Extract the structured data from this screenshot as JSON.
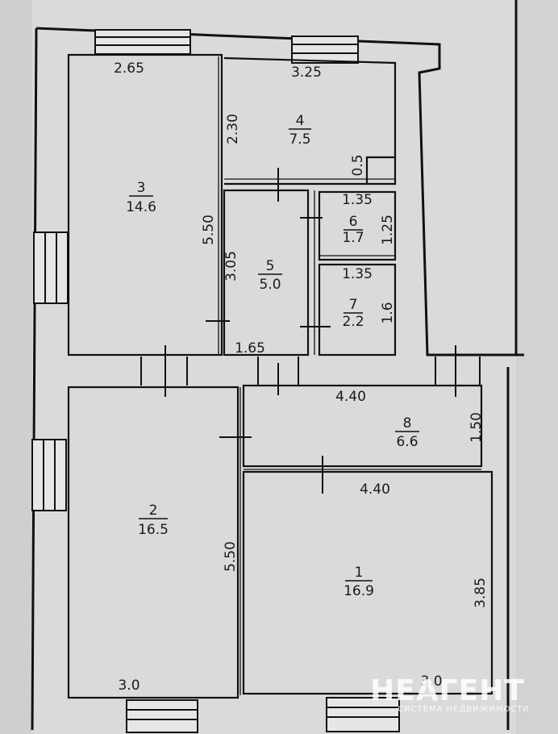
{
  "rooms": [
    {
      "number": "1",
      "area": "16.9"
    },
    {
      "number": "2",
      "area": "16.5"
    },
    {
      "number": "3",
      "area": "14.6"
    },
    {
      "number": "4",
      "area": "7.5"
    },
    {
      "number": "5",
      "area": "5.0"
    },
    {
      "number": "6",
      "area": "1.7"
    },
    {
      "number": "7",
      "area": "2.2"
    },
    {
      "number": "8",
      "area": "6.6"
    }
  ],
  "dimensions": {
    "room3_width": "2.65",
    "room4_width": "3.25",
    "room4_height": "2.30",
    "room4_step": "0.5",
    "room3_height": "5.50",
    "room5_height": "3.05",
    "room5_width": "1.65",
    "room6_width": "1.35",
    "room6_height": "1.25",
    "room7_width": "1.35",
    "room7_height": "1.6",
    "room8_width": "4.40",
    "room8_height": "1.50",
    "room1_width": "4.40",
    "room2_height": "5.50",
    "room1_height": "3.85",
    "room2_width": "3.0",
    "room1_bottom_width": "3.0"
  },
  "watermark": {
    "brand": "НЕАГЕНТ",
    "tagline": "СИСТЕМА НЕДВИЖИМОСТИ"
  }
}
